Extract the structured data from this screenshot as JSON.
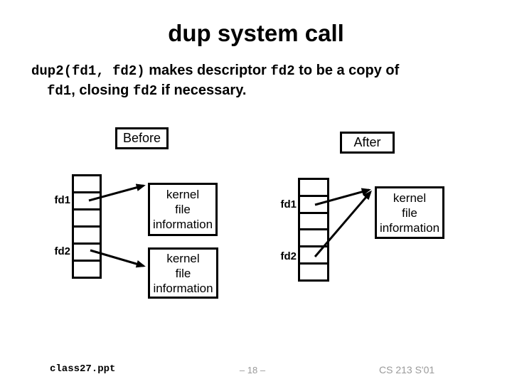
{
  "title": "dup system call",
  "body": {
    "line1": {
      "seg0": "dup2(fd1, fd2)",
      "seg1": " makes descriptor ",
      "seg2": "fd2",
      "seg3": " to be a copy of"
    },
    "line2": {
      "seg0": "fd1",
      "seg1": ", closing ",
      "seg2": "fd2",
      "seg3": " if necessary."
    }
  },
  "diagram": {
    "before": {
      "label": "Before",
      "fd1_label": "fd1",
      "fd2_label": "fd2",
      "table_cells": 6,
      "kernel_box_1_lines": [
        "kernel",
        "file",
        "information"
      ],
      "kernel_box_2_lines": [
        "kernel",
        "file",
        "information"
      ],
      "arrows": [
        {
          "from": "fd1-slot",
          "to": "kernel-file-information-1"
        },
        {
          "from": "fd2-slot",
          "to": "kernel-file-information-2"
        }
      ]
    },
    "after": {
      "label": "After",
      "fd1_label": "fd1",
      "fd2_label": "fd2",
      "table_cells": 6,
      "kernel_box_1_lines": [
        "kernel",
        "file",
        "information"
      ],
      "arrows": [
        {
          "from": "fd1-slot",
          "to": "kernel-file-information-1"
        },
        {
          "from": "fd2-slot",
          "to": "kernel-file-information-1"
        }
      ]
    }
  },
  "footer": {
    "filename": "class27.ppt",
    "page_number": "– 18 –",
    "course": "CS 213 S'01"
  },
  "colors": {
    "background": "#ffffff",
    "text": "#000000",
    "line": "#000000",
    "footer_muted": "#9a9a9a"
  }
}
